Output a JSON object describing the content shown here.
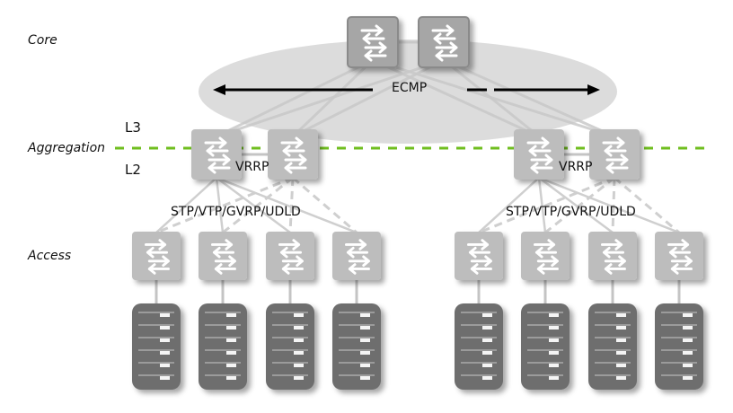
{
  "layers": {
    "core": "Core",
    "aggregation": "Aggregation",
    "access": "Access"
  },
  "boundary": {
    "l3": "L3",
    "l2": "L2",
    "color": "#6fbe1e"
  },
  "labels": {
    "ecmp": "ECMP",
    "vrrp_left": "VRRP",
    "vrrp_right": "VRRP",
    "protocols_left": "STP/VTP/GVRP/UDLD",
    "protocols_right": "STP/VTP/GVRP/UDLD"
  },
  "colors": {
    "core_switch": "#a6a6a6",
    "agg_switch": "#bdbdbd",
    "server": "#6e6e6e",
    "ellipse": "#dcdcdc"
  },
  "counts": {
    "access_switches_per_pod": 4,
    "pods": 2
  }
}
